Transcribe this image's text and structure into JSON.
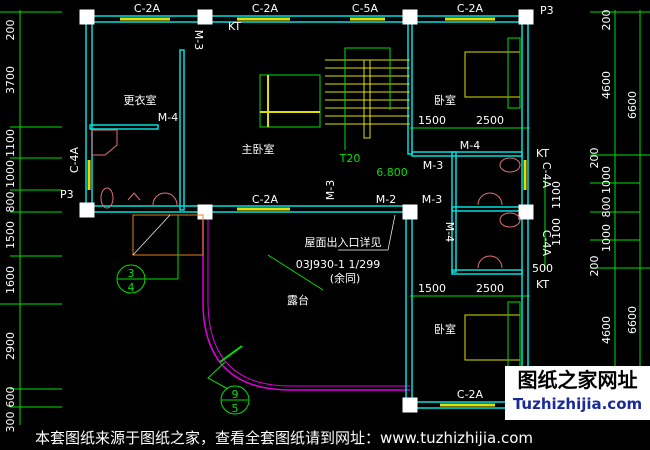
{
  "windows": {
    "top1": "C-2A",
    "top2": "C-2A",
    "top3": "C-5A",
    "top4": "C-2A",
    "mid": "C-2A",
    "bottom": "C-2A",
    "left": "C-4A",
    "right1": "C-4A",
    "right2": "C-4A"
  },
  "doors": {
    "d1": "M-3",
    "d2": "M-4",
    "d3": "M-4",
    "d4": "M-3",
    "d5": "M-3",
    "d6": "M-2",
    "d7": "M-3",
    "d8": "M-4"
  },
  "rooms": {
    "dressing": "更衣室",
    "master": "主卧室",
    "bed1": "卧室",
    "bed2": "卧室",
    "terrace": "露台"
  },
  "tags": {
    "p3a": "P3",
    "p3b": "P3",
    "kt1": "KT",
    "kt2": "KT",
    "kt3": "KT"
  },
  "stair": {
    "label": "T20",
    "elevation": "6.800"
  },
  "note": {
    "line1": "屋面出入口详见",
    "line2": "03J930-1 1/299",
    "line3": "(余同)"
  },
  "details": {
    "a_top": "3",
    "a_bot": "4",
    "b_top": "9",
    "b_bot": "5"
  },
  "dims_left": [
    "200",
    "3700",
    "1100",
    "1000",
    "800",
    "1500",
    "1600",
    "2900",
    "600",
    "300"
  ],
  "dims_right": [
    "200",
    "4600",
    "200",
    "1000",
    "800",
    "1000",
    "200",
    "4600",
    "6600",
    "6600",
    "1100",
    "1100",
    "500"
  ],
  "dims_inner": [
    "1500",
    "2500",
    "1500",
    "2500"
  ],
  "watermark": {
    "title": "图纸之家网址",
    "url": "Tuzhizhijia.com"
  },
  "footer": "本套图纸来源于图纸之家，查看全套图纸请到网址：www.tuzhizhijia.com",
  "colors": {
    "wall": "#00e0e0",
    "dimension": "#00e000",
    "window": "#e0e000",
    "terrace": "#e000e0",
    "fixture": "#e07070"
  }
}
